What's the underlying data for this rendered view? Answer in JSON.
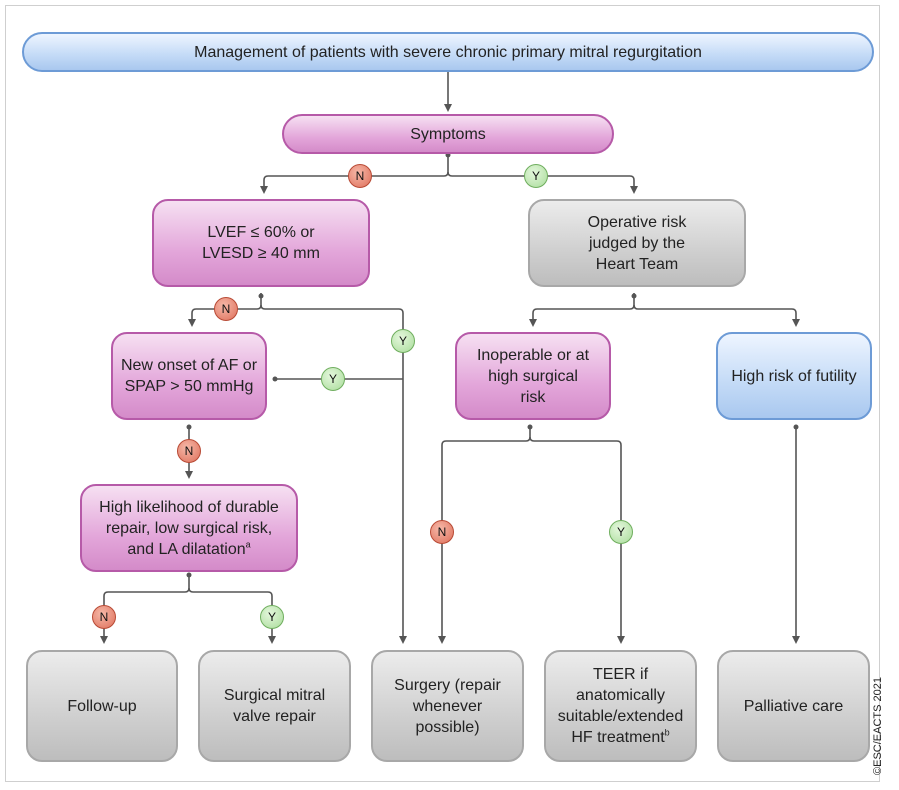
{
  "title": "Management of patients with severe chronic primary mitral regurgitation",
  "nodes": {
    "symptoms": "Symptoms",
    "lvef": "LVEF ≤ 60% or LVESD ≥ 40 mm",
    "operative_risk": "Operative risk judged by the Heart Team",
    "new_onset": "New onset of AF or SPAP > 50 mmHg",
    "inoperable": "Inoperable or at high surgical risk",
    "futility": "High risk of futility",
    "likelihood": "High likelihood of durable repair, low surgical risk, and LA dilatation",
    "likelihood_sup": "a"
  },
  "outcomes": {
    "follow_up": "Follow-up",
    "surgical_repair": "Surgical mitral valve repair",
    "surgery": "Surgery (repair whenever possible)",
    "teer": "TEER if anatomically suitable/extended HF treatment",
    "teer_sup": "b",
    "palliative": "Palliative care"
  },
  "labels": {
    "no": "N",
    "yes": "Y"
  },
  "copyright": "©ESC/EACTS 2021"
}
